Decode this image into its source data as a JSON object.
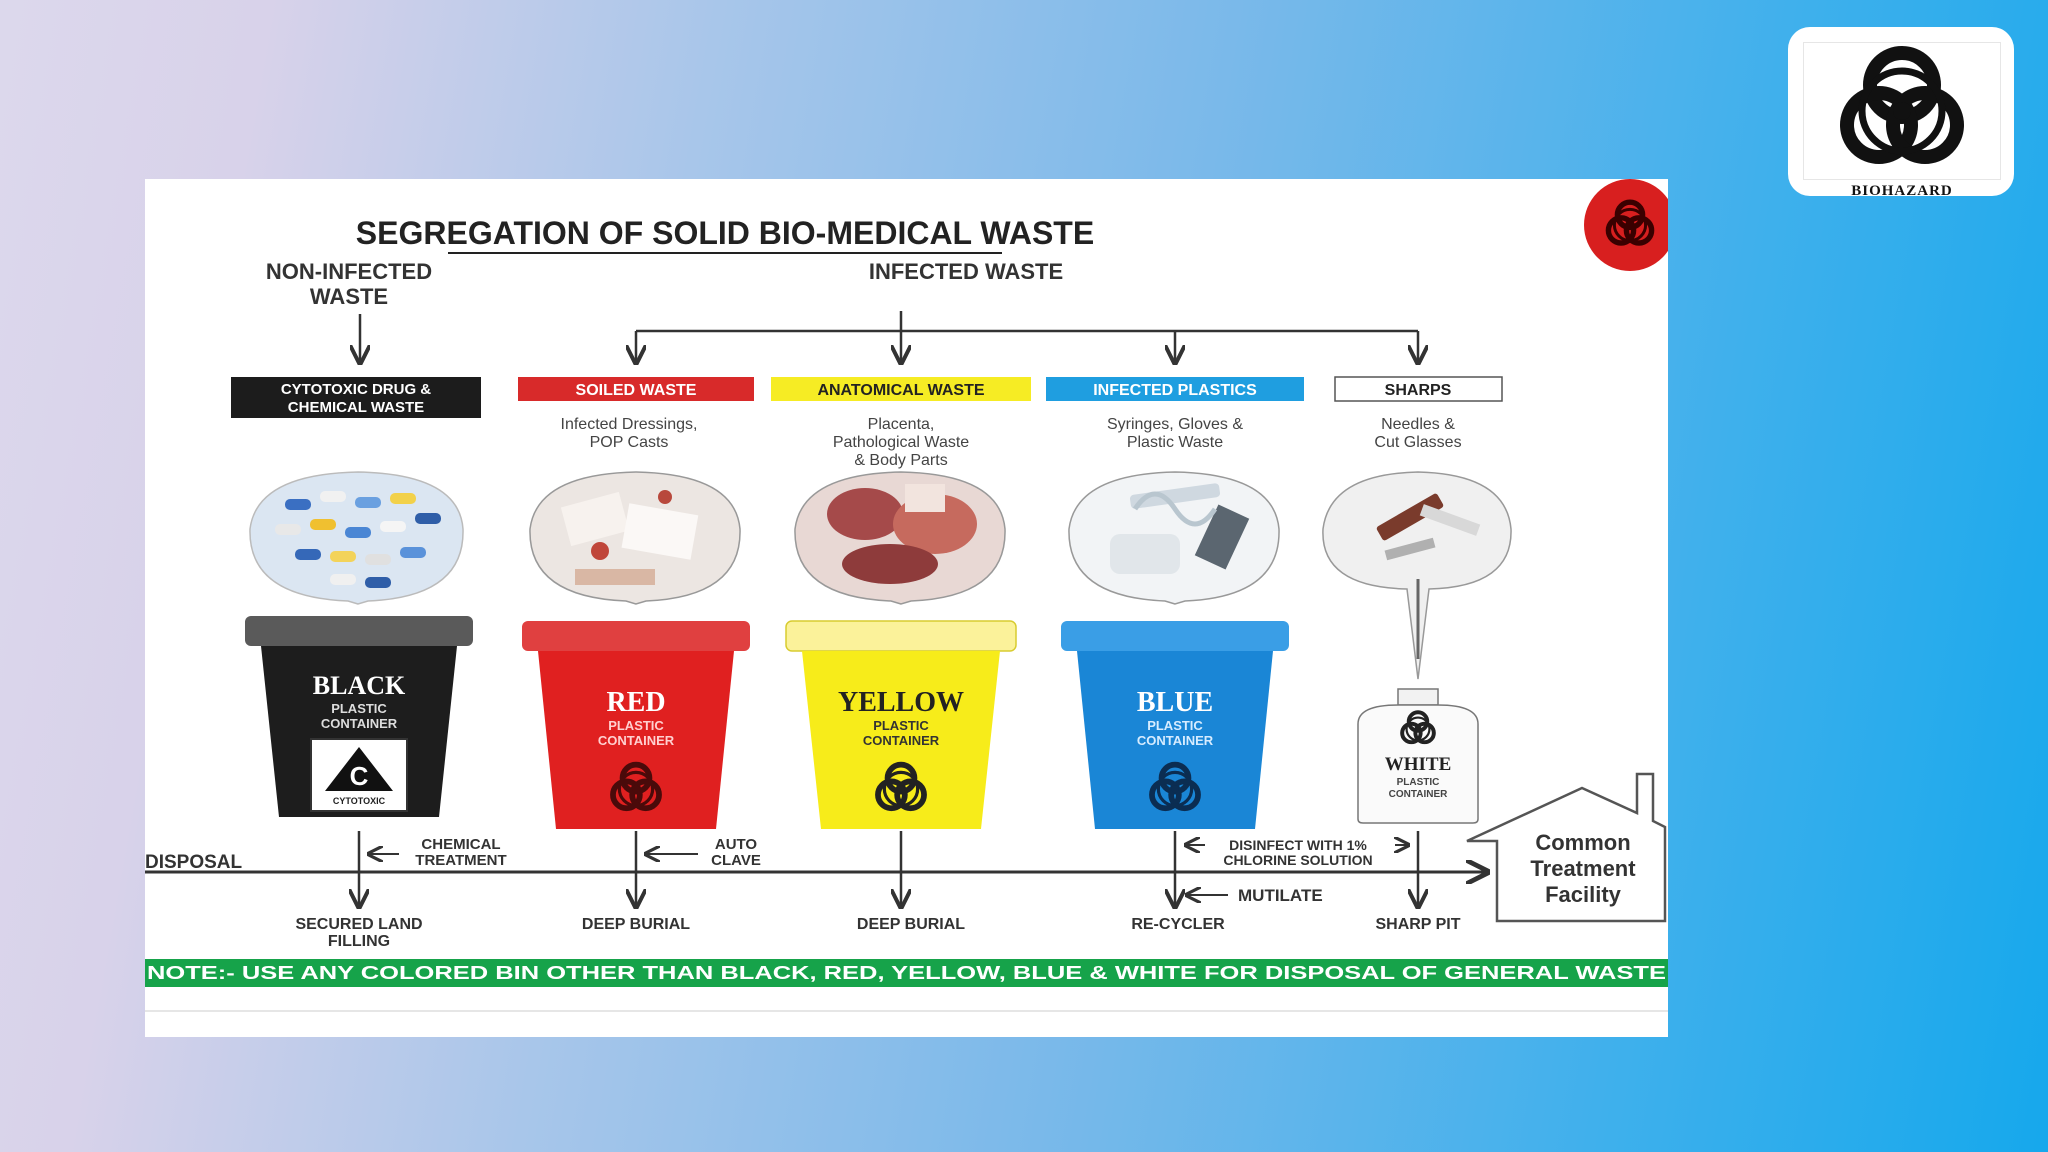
{
  "poster": {
    "title": "SEGREGATION OF SOLID BIO-MEDICAL WASTE",
    "non_infected_line1": "NON-INFECTED",
    "non_infected_line2": "WASTE",
    "infected_heading": "INFECTED WASTE",
    "disposal_label": "DISPOSAL",
    "facility_line1": "Common",
    "facility_line2": "Treatment",
    "facility_line3": "Facility",
    "note": "NOTE:-  USE ANY COLORED BIN OTHER THAN BLACK, RED, YELLOW, BLUE & WHITE FOR DISPOSAL OF GENERAL WASTE",
    "container_word1": "PLASTIC",
    "container_word2": "CONTAINER",
    "cytotoxic_sign": "C",
    "cytotoxic_sign_label": "CYTOTOXIC",
    "categories": [
      {
        "label_line1": "CYTOTOXIC DRUG &",
        "label_line2": "CHEMICAL WASTE",
        "bin": "BLACK",
        "treatment_line1": "CHEMICAL",
        "treatment_line2": "TREATMENT",
        "final_line1": "SECURED LAND",
        "final_line2": "FILLING"
      },
      {
        "label": "SOILED WASTE",
        "desc_line1": "Infected Dressings,",
        "desc_line2": "POP Casts",
        "bin": "RED",
        "treatment_line1": "AUTO",
        "treatment_line2": "CLAVE",
        "final": "DEEP BURIAL"
      },
      {
        "label": "ANATOMICAL WASTE",
        "desc_line1": "Placenta,",
        "desc_line2": "Pathological Waste",
        "desc_line3": "& Body Parts",
        "bin": "YELLOW",
        "final": "DEEP BURIAL"
      },
      {
        "label": "INFECTED PLASTICS",
        "desc_line1": "Syringes, Gloves &",
        "desc_line2": "Plastic Waste",
        "bin": "BLUE",
        "treatment_line1": "DISINFECT WITH 1%",
        "treatment_line2": "CHLORINE  SOLUTION",
        "treatment_extra": "MUTILATE",
        "final": "RE-CYCLER"
      },
      {
        "label": "SHARPS",
        "desc_line1": "Needles &",
        "desc_line2": "Cut Glasses",
        "bin": "WHITE",
        "final": "SHARP PIT"
      }
    ]
  },
  "badge": {
    "label": "BIOHAZARD"
  },
  "colors": {
    "black_bin": "#1d1d1d",
    "red_bin": "#e02020",
    "yellow_bin": "#f7ec1a",
    "blue_bin": "#1a86d6",
    "note_bar": "#16a34a"
  }
}
